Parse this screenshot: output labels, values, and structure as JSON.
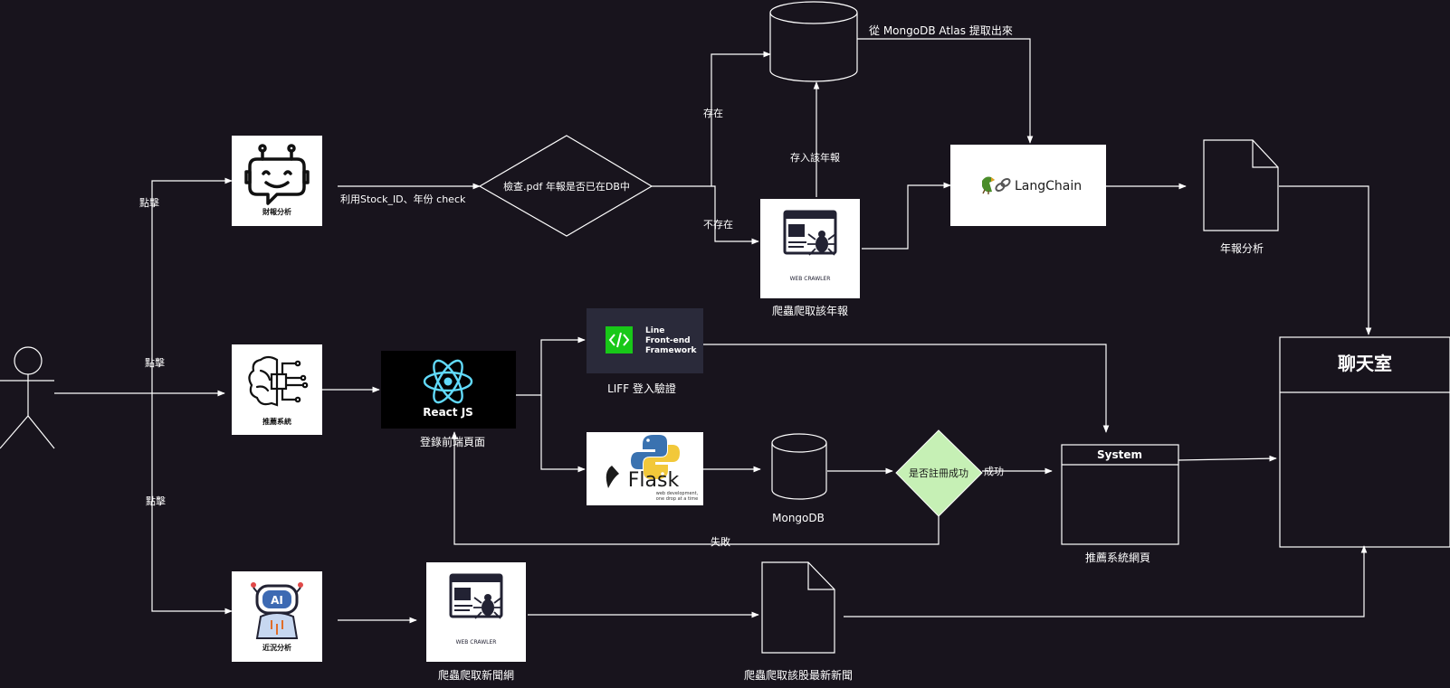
{
  "colors": {
    "background": "#18141d",
    "line": "#ffffff",
    "diamond_fill": "#c6f0b5",
    "liff_bg": "#2a2a3a",
    "liff_accent": "#18c818",
    "react_bg": "#000000",
    "react_accent": "#61dafb"
  },
  "actor": {
    "icon": "stick-figure-icon"
  },
  "labels": {
    "click_1": "點擊",
    "click_2": "點擊",
    "click_3": "點擊",
    "check_stock": "利用Stock_ID、年份 check",
    "exists": "存在",
    "not_exists": "不存在",
    "store_report": "存入該年報",
    "from_mongo": "從 MongoDB Atlas 提取出來",
    "success": "成功",
    "fail": "失敗"
  },
  "nodes": {
    "finance": {
      "caption": "財報分析",
      "icon": "chatbot-robot-icon"
    },
    "recommend": {
      "caption": "推薦系統",
      "icon": "ai-brain-circuit-icon"
    },
    "recent": {
      "caption": "近況分析",
      "icon": "ai-robot-head-icon"
    },
    "check_pdf": {
      "label": "檢查.pdf 年報是否已在DB中"
    },
    "crawler_report": {
      "title": "WEB CRAWLER",
      "caption": "爬蟲爬取該年報",
      "icon": "web-crawler-spider-icon"
    },
    "crawler_news": {
      "title": "WEB CRAWLER",
      "caption": "爬蟲爬取新聞網",
      "icon": "web-crawler-spider-icon"
    },
    "langchain": {
      "label": "LangChain",
      "icon": "parrot-chain-icon"
    },
    "annual_doc": {
      "caption": "年報分析",
      "icon": "document-icon"
    },
    "news_doc": {
      "caption": "爬蟲爬取該股最新新聞",
      "icon": "document-icon"
    },
    "react": {
      "label": "React JS",
      "caption": "登錄前端頁面",
      "icon": "react-atom-icon"
    },
    "liff": {
      "line1": "Line",
      "line2": "Front-end",
      "line3": "Framework",
      "caption": "LIFF 登入驗證",
      "icon": "code-tag-icon"
    },
    "flask": {
      "label": "Flask",
      "tagline1": "web development,",
      "tagline2": "one drop at a time",
      "icon": "python-logo-icon"
    },
    "mongodb": {
      "caption": "MongoDB",
      "icon": "database-cylinder-icon"
    },
    "register_check": {
      "label": "是否註冊成功"
    },
    "system": {
      "title": "System",
      "caption": "推薦系統網頁"
    },
    "chatroom": {
      "title": "聊天室"
    }
  }
}
